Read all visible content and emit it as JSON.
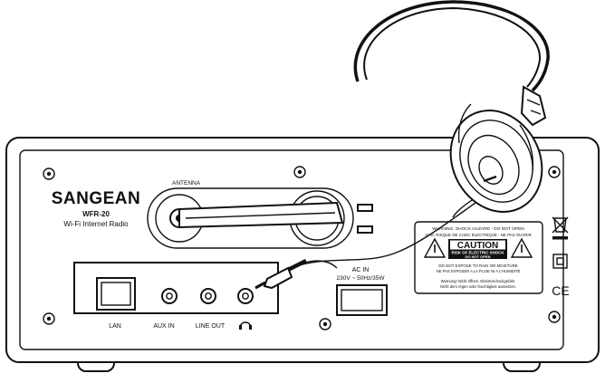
{
  "brand": "SANGEAN",
  "model": "WFR-20",
  "subtitle": "Wi-Fi Internet Radio",
  "antenna_label": "ANTENNA",
  "ports": {
    "lan": "LAN",
    "aux_in": "AUX IN",
    "line_out": "LINE OUT"
  },
  "ac_in": {
    "title": "AC IN",
    "rating": "230V ~ 50Hz/35W"
  },
  "warning_label": {
    "line1": "WARNING: SHOCK HAZARD - DO NOT OPEN",
    "line2": "AVIS: RISQUE DE CHOC ÉLECTRIQUE - NE PAS OUVRIR",
    "caution": "CAUTION",
    "risk": "RISK OF ELECTRIC SHOCK",
    "do_not_open": "DO NOT OPEN",
    "line3": "DO NOT EXPOSE TO RAIN OR MOISTURE",
    "line4": "NE PAS EXPOSER A LA PLUIE NI A L'HUMIDITÉ",
    "line5": "Warnung! Nicht öffnen, Elektroschockgefahr.",
    "line6": "Nicht dem regen oder feuchtigkeit aussetzen."
  },
  "marks": {
    "ce": "CE"
  }
}
